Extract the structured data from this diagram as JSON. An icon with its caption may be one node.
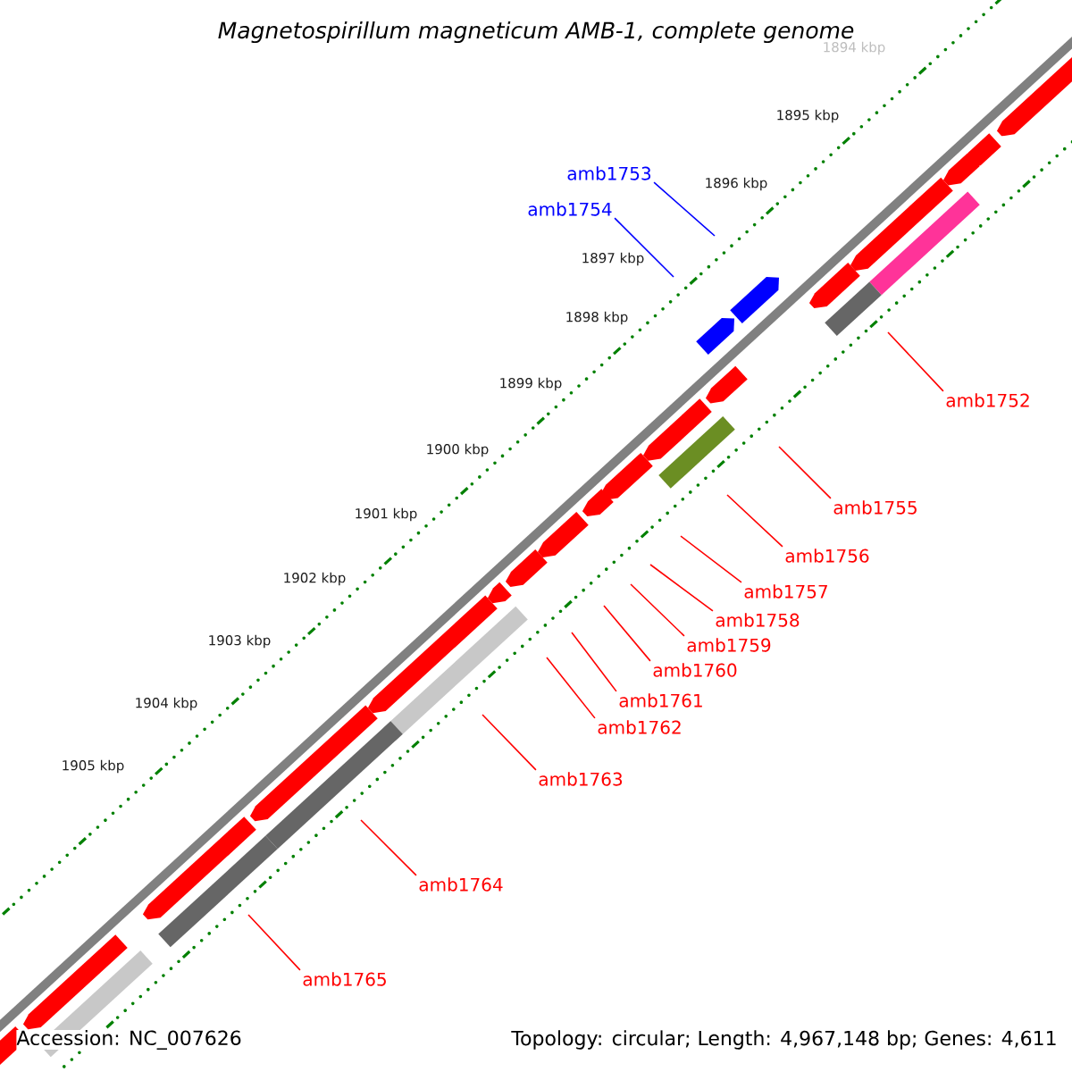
{
  "diagram": {
    "title": "Magnetospirillum magneticum AMB-1, complete genome",
    "nodes": [
      {
        "text": [
          "amb1753"
        ]
      },
      {
        "text": [
          "amb1754"
        ]
      },
      {
        "text": [
          "amb1752"
        ]
      },
      {
        "text": [
          "amb1755"
        ]
      },
      {
        "text": [
          "amb1756"
        ]
      },
      {
        "text": [
          "amb1757"
        ]
      },
      {
        "text": [
          "amb1758"
        ]
      },
      {
        "text": [
          "amb1759"
        ]
      },
      {
        "text": [
          "amb1760"
        ]
      },
      {
        "text": [
          "amb1761"
        ]
      },
      {
        "text": [
          "amb1762"
        ]
      },
      {
        "text": [
          "amb1763"
        ]
      },
      {
        "text": [
          "amb1764"
        ]
      },
      {
        "text": [
          "amb1765"
        ]
      }
    ],
    "edges": [
      {
        "from": 0,
        "to": null,
        "arrow": "none",
        "color": "#0000ff"
      },
      {
        "from": 1,
        "to": null,
        "arrow": "none",
        "color": "#0000ff"
      },
      {
        "from": 2,
        "to": null,
        "arrow": "none"
      },
      {
        "from": 3,
        "to": null,
        "arrow": "none"
      },
      {
        "from": 4,
        "to": null,
        "arrow": "none"
      },
      {
        "from": 5,
        "to": null,
        "arrow": "none"
      },
      {
        "from": 6,
        "to": null,
        "arrow": "none"
      },
      {
        "from": 7,
        "to": null,
        "arrow": "none"
      },
      {
        "from": 8,
        "to": null,
        "arrow": "none"
      },
      {
        "from": 9,
        "to": null,
        "arrow": "none"
      },
      {
        "from": 10,
        "to": null,
        "arrow": "none"
      },
      {
        "from": 11,
        "to": null,
        "arrow": "none"
      },
      {
        "from": 12,
        "to": null,
        "arrow": "none"
      },
      {
        "from": 13,
        "to": null,
        "arrow": "none"
      }
    ],
    "labels": [
      "1894 kbp",
      "1895 kbp",
      "1896 kbp",
      "1897 kbp",
      "1898 kbp",
      "1899 kbp",
      "1900 kbp",
      "1901 kbp",
      "1902 kbp",
      "1903 kbp",
      "1904 kbp",
      "1905 kbp",
      "Accession: NC_007626",
      "Topology: circular; Length: 4,967,148 bp; Genes: 4,611"
    ]
  }
}
